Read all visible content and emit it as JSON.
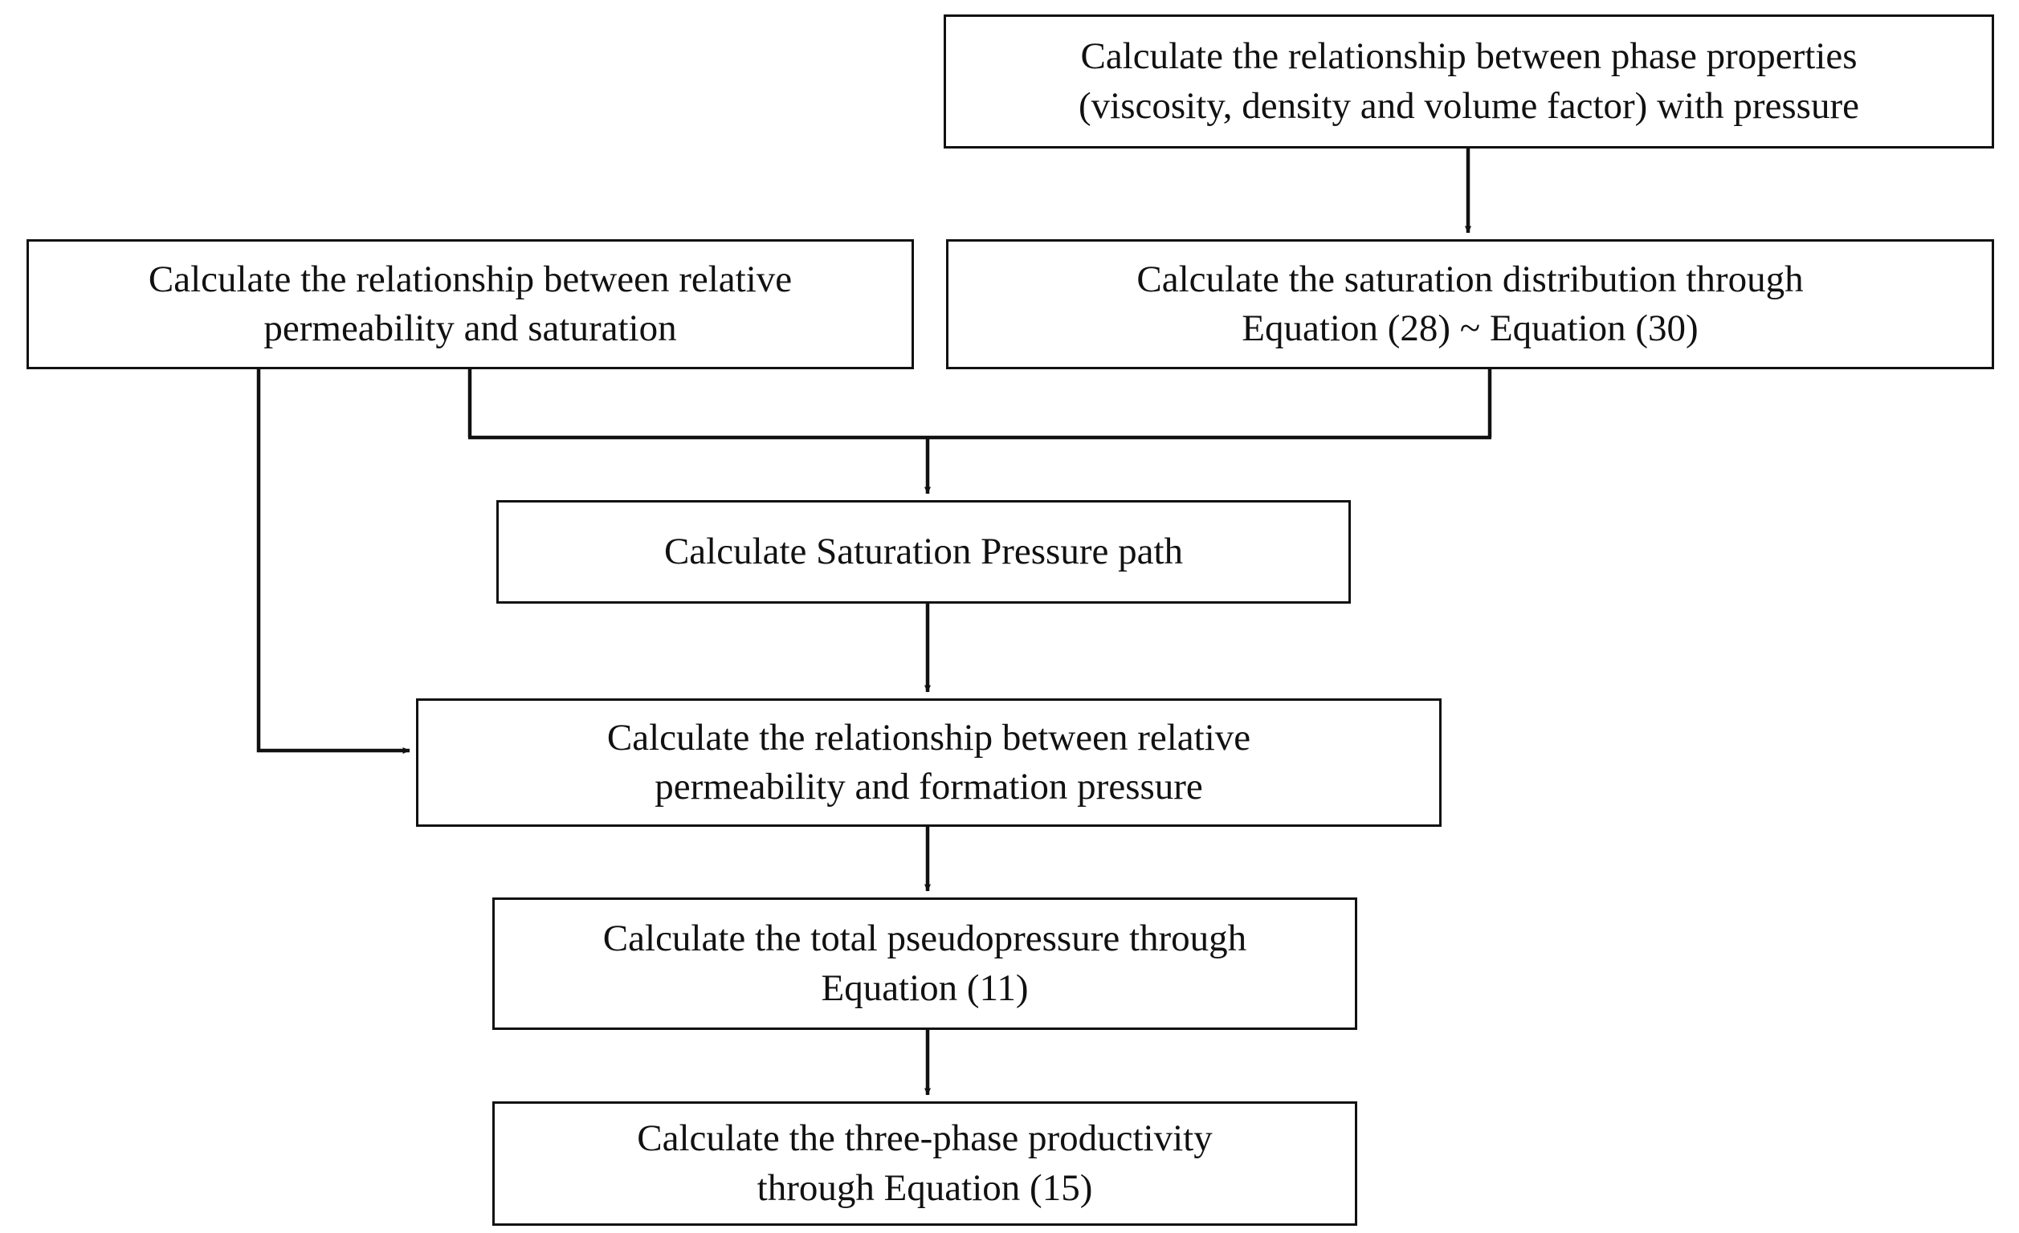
{
  "diagram": {
    "title": "Three-phase productivity calculation flowchart",
    "background_color": "#ffffff",
    "line_color": "#111111",
    "text_color": "#111111",
    "nodes": [
      {
        "id": "phase-properties",
        "text": "Calculate the relationship between phase properties\n(viscosity, density and volume factor) with pressure"
      },
      {
        "id": "relperm-saturation",
        "text": "Calculate the relationship between relative\npermeability and saturation"
      },
      {
        "id": "saturation-distribution",
        "text": "Calculate the saturation distribution through\nEquation (28) ~ Equation (30)"
      },
      {
        "id": "saturation-pressure-path",
        "text": "Calculate Saturation Pressure path"
      },
      {
        "id": "relperm-formation-pressure",
        "text": "Calculate the relationship between relative\npermeability and formation pressure"
      },
      {
        "id": "total-pseudopressure",
        "text": "Calculate the total pseudopressure through\nEquation (11)"
      },
      {
        "id": "three-phase-productivity",
        "text": "Calculate the three-phase productivity\nthrough Equation (15)"
      }
    ],
    "edges": [
      {
        "id": "phase-properties-to-saturation-distribution",
        "from": "phase-properties",
        "to": "saturation-distribution"
      },
      {
        "id": "saturation-distribution-to-saturation-pressure-path",
        "from": "saturation-distribution",
        "to": "saturation-pressure-path"
      },
      {
        "id": "relperm-saturation-to-saturation-pressure-path",
        "from": "relperm-saturation",
        "to": "saturation-pressure-path"
      },
      {
        "id": "relperm-saturation-to-relperm-formation-pressure",
        "from": "relperm-saturation",
        "to": "relperm-formation-pressure"
      },
      {
        "id": "saturation-pressure-path-to-relperm-formation-pressure",
        "from": "saturation-pressure-path",
        "to": "relperm-formation-pressure"
      },
      {
        "id": "relperm-formation-pressure-to-total-pseudopressure",
        "from": "relperm-formation-pressure",
        "to": "total-pseudopressure"
      },
      {
        "id": "total-pseudopressure-to-three-phase-productivity",
        "from": "total-pseudopressure",
        "to": "three-phase-productivity"
      }
    ]
  }
}
